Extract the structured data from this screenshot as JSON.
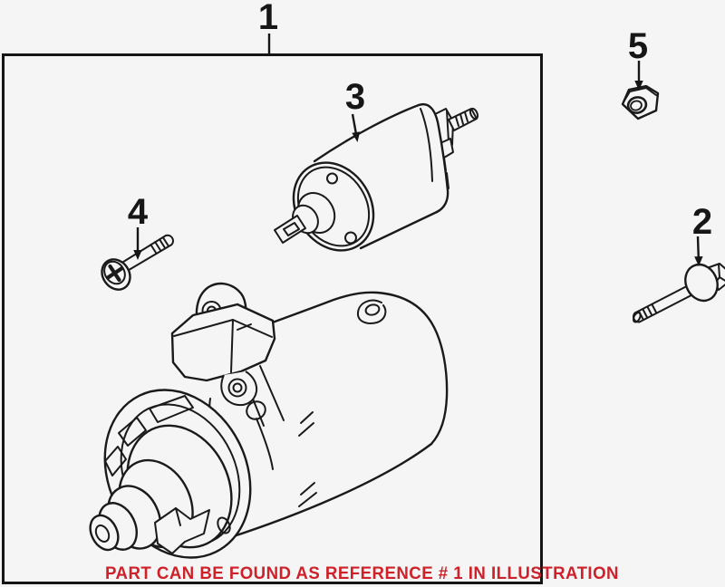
{
  "colors": {
    "background": "#f5f5f5",
    "line": "#1a1a1a",
    "note_red": "#ce2129"
  },
  "callouts": {
    "starter_assembly": "1",
    "bolt": "2",
    "solenoid": "3",
    "screw": "4",
    "nut": "5"
  },
  "note": "PART CAN BE FOUND AS REFERENCE # 1 IN ILLUSTRATION"
}
